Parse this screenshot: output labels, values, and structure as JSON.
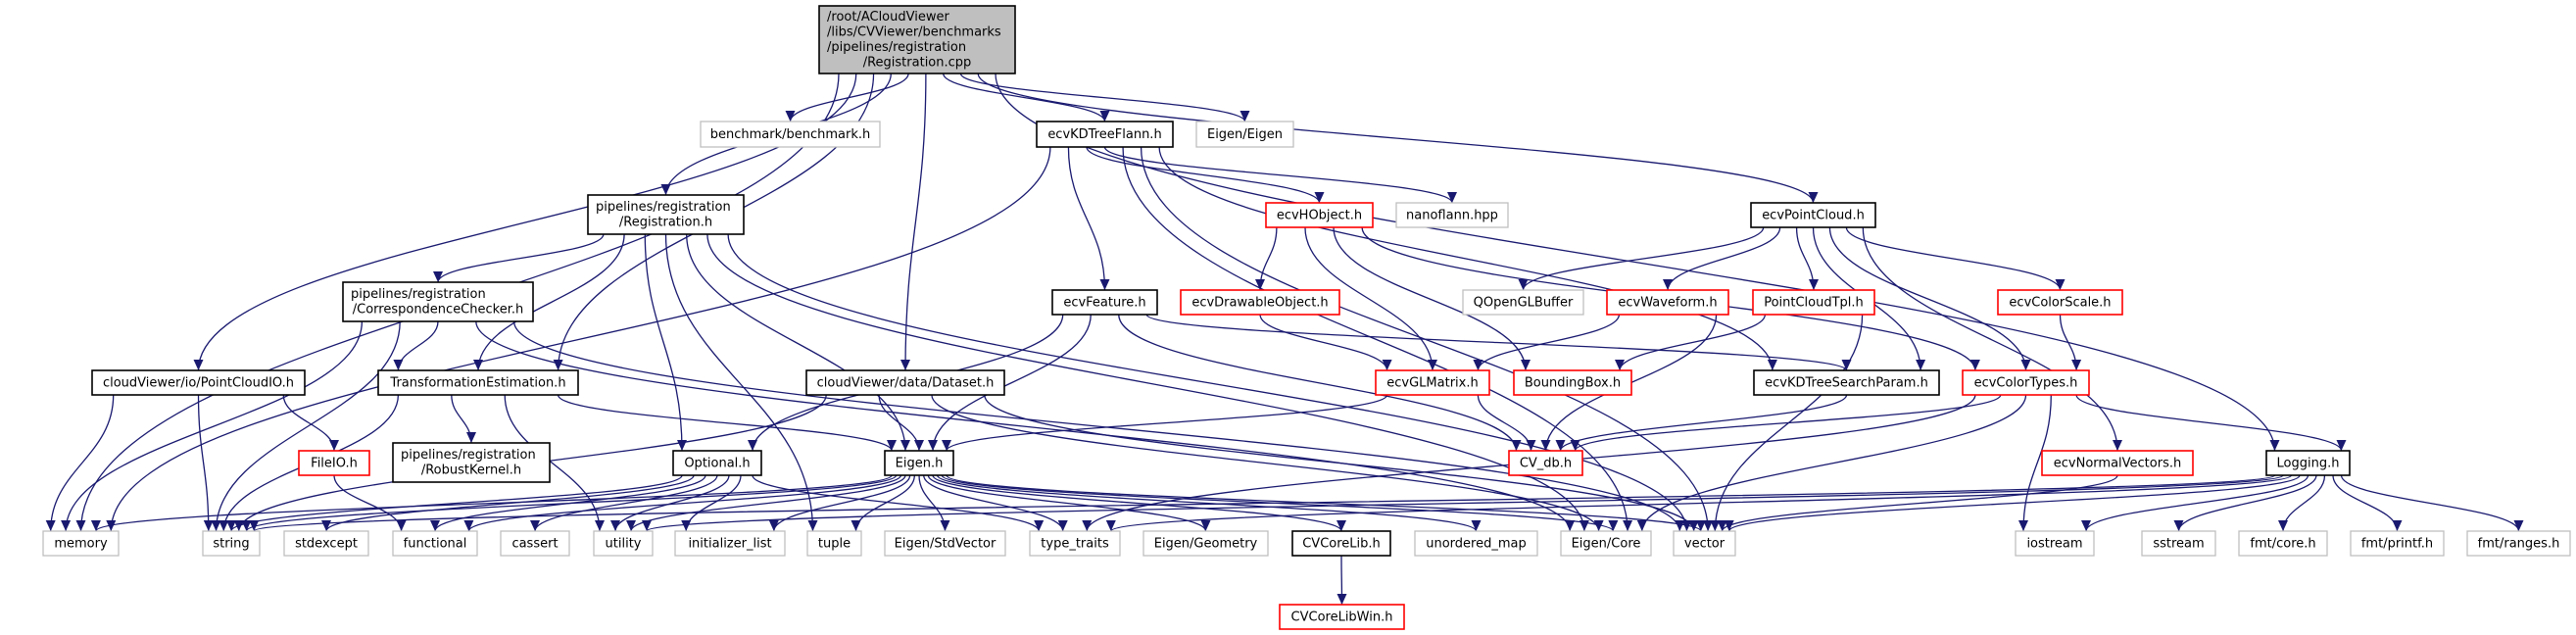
{
  "colors": {
    "edge": "#191970",
    "root_fill": "#bfbfbf",
    "external_border": "#bfbfbf",
    "documented_border": "#000000",
    "truncated_border": "#ff0000"
  },
  "nodes": [
    {
      "id": "root",
      "lines": [
        "/root/ACloudViewer",
        "/libs/CVViewer/benchmarks",
        "/pipelines/registration",
        "/Registration.cpp"
      ],
      "style": "root"
    },
    {
      "id": "benchmark",
      "lines": [
        "benchmark/benchmark.h"
      ],
      "style": "external"
    },
    {
      "id": "kdtreeflann",
      "lines": [
        "ecvKDTreeFlann.h"
      ],
      "style": "documented"
    },
    {
      "id": "eigen_eigen",
      "lines": [
        "Eigen/Eigen"
      ],
      "style": "external"
    },
    {
      "id": "registration_h",
      "lines": [
        "pipelines/registration",
        "/Registration.h"
      ],
      "style": "documented"
    },
    {
      "id": "hobject",
      "lines": [
        "ecvHObject.h"
      ],
      "style": "truncated"
    },
    {
      "id": "nanoflann",
      "lines": [
        "nanoflann.hpp"
      ],
      "style": "external"
    },
    {
      "id": "pointcloud",
      "lines": [
        "ecvPointCloud.h"
      ],
      "style": "documented"
    },
    {
      "id": "corrchecker",
      "lines": [
        "pipelines/registration",
        "/CorrespondenceChecker.h"
      ],
      "style": "documented"
    },
    {
      "id": "feature",
      "lines": [
        "ecvFeature.h"
      ],
      "style": "documented"
    },
    {
      "id": "drawable",
      "lines": [
        "ecvDrawableObject.h"
      ],
      "style": "truncated"
    },
    {
      "id": "qopenglbuffer",
      "lines": [
        "QOpenGLBuffer"
      ],
      "style": "external"
    },
    {
      "id": "waveform",
      "lines": [
        "ecvWaveform.h"
      ],
      "style": "truncated"
    },
    {
      "id": "pointcloudtpl",
      "lines": [
        "PointCloudTpl.h"
      ],
      "style": "truncated"
    },
    {
      "id": "colorscale",
      "lines": [
        "ecvColorScale.h"
      ],
      "style": "truncated"
    },
    {
      "id": "pointcloudio",
      "lines": [
        "cloudViewer/io/PointCloudIO.h"
      ],
      "style": "documented"
    },
    {
      "id": "transformest",
      "lines": [
        "TransformationEstimation.h"
      ],
      "style": "documented"
    },
    {
      "id": "dataset",
      "lines": [
        "cloudViewer/data/Dataset.h"
      ],
      "style": "documented"
    },
    {
      "id": "glmatrix",
      "lines": [
        "ecvGLMatrix.h"
      ],
      "style": "truncated"
    },
    {
      "id": "boundingbox",
      "lines": [
        "BoundingBox.h"
      ],
      "style": "truncated"
    },
    {
      "id": "kdsearchparam",
      "lines": [
        "ecvKDTreeSearchParam.h"
      ],
      "style": "documented"
    },
    {
      "id": "colortypes",
      "lines": [
        "ecvColorTypes.h"
      ],
      "style": "truncated"
    },
    {
      "id": "fileio",
      "lines": [
        "FileIO.h"
      ],
      "style": "truncated"
    },
    {
      "id": "robustkernel",
      "lines": [
        "pipelines/registration",
        "/RobustKernel.h"
      ],
      "style": "documented"
    },
    {
      "id": "optional",
      "lines": [
        "Optional.h"
      ],
      "style": "documented"
    },
    {
      "id": "eigen_h",
      "lines": [
        "Eigen.h"
      ],
      "style": "documented"
    },
    {
      "id": "cv_db",
      "lines": [
        "CV_db.h"
      ],
      "style": "truncated"
    },
    {
      "id": "normalvectors",
      "lines": [
        "ecvNormalVectors.h"
      ],
      "style": "truncated"
    },
    {
      "id": "logging",
      "lines": [
        "Logging.h"
      ],
      "style": "documented"
    },
    {
      "id": "memory",
      "lines": [
        "memory"
      ],
      "style": "external"
    },
    {
      "id": "string",
      "lines": [
        "string"
      ],
      "style": "external"
    },
    {
      "id": "stdexcept",
      "lines": [
        "stdexcept"
      ],
      "style": "external"
    },
    {
      "id": "functional",
      "lines": [
        "functional"
      ],
      "style": "external"
    },
    {
      "id": "cassert",
      "lines": [
        "cassert"
      ],
      "style": "external"
    },
    {
      "id": "utility",
      "lines": [
        "utility"
      ],
      "style": "external"
    },
    {
      "id": "initializer_list",
      "lines": [
        "initializer_list"
      ],
      "style": "external"
    },
    {
      "id": "tuple",
      "lines": [
        "tuple"
      ],
      "style": "external"
    },
    {
      "id": "eigen_stdvector",
      "lines": [
        "Eigen/StdVector"
      ],
      "style": "external"
    },
    {
      "id": "type_traits",
      "lines": [
        "type_traits"
      ],
      "style": "external"
    },
    {
      "id": "eigen_geometry",
      "lines": [
        "Eigen/Geometry"
      ],
      "style": "external"
    },
    {
      "id": "cvcorelib",
      "lines": [
        "CVCoreLib.h"
      ],
      "style": "documented"
    },
    {
      "id": "unordered_map",
      "lines": [
        "unordered_map"
      ],
      "style": "external"
    },
    {
      "id": "eigen_core",
      "lines": [
        "Eigen/Core"
      ],
      "style": "external"
    },
    {
      "id": "vector",
      "lines": [
        "vector"
      ],
      "style": "external"
    },
    {
      "id": "iostream",
      "lines": [
        "iostream"
      ],
      "style": "external"
    },
    {
      "id": "sstream",
      "lines": [
        "sstream"
      ],
      "style": "external"
    },
    {
      "id": "fmt_core",
      "lines": [
        "fmt/core.h"
      ],
      "style": "external"
    },
    {
      "id": "fmt_printf",
      "lines": [
        "fmt/printf.h"
      ],
      "style": "external"
    },
    {
      "id": "fmt_ranges",
      "lines": [
        "fmt/ranges.h"
      ],
      "style": "external"
    },
    {
      "id": "cvcorelibwin",
      "lines": [
        "CVCoreLibWin.h"
      ],
      "style": "truncated"
    }
  ],
  "edges": [
    [
      "root",
      "memory"
    ],
    [
      "root",
      "pointcloudio"
    ],
    [
      "root",
      "transformest"
    ],
    [
      "root",
      "registration_h"
    ],
    [
      "root",
      "benchmark"
    ],
    [
      "root",
      "dataset"
    ],
    [
      "root",
      "kdtreeflann"
    ],
    [
      "root",
      "eigen_eigen"
    ],
    [
      "root",
      "pointcloud"
    ],
    [
      "root",
      "logging"
    ],
    [
      "registration_h",
      "corrchecker"
    ],
    [
      "registration_h",
      "transformest"
    ],
    [
      "registration_h",
      "optional"
    ],
    [
      "registration_h",
      "tuple"
    ],
    [
      "registration_h",
      "eigen_h"
    ],
    [
      "registration_h",
      "eigen_core"
    ],
    [
      "registration_h",
      "vector"
    ],
    [
      "corrchecker",
      "memory"
    ],
    [
      "corrchecker",
      "string"
    ],
    [
      "corrchecker",
      "transformest"
    ],
    [
      "corrchecker",
      "eigen_core"
    ],
    [
      "corrchecker",
      "vector"
    ],
    [
      "transformest",
      "string"
    ],
    [
      "transformest",
      "robustkernel"
    ],
    [
      "transformest",
      "utility"
    ],
    [
      "transformest",
      "eigen_h"
    ],
    [
      "pointcloudio",
      "memory"
    ],
    [
      "pointcloudio",
      "string"
    ],
    [
      "pointcloudio",
      "fileio"
    ],
    [
      "fileio",
      "functional"
    ],
    [
      "dataset",
      "eigen_h"
    ],
    [
      "dataset",
      "string"
    ],
    [
      "dataset",
      "eigen_core"
    ],
    [
      "dataset",
      "vector"
    ],
    [
      "kdtreeflann",
      "memory"
    ],
    [
      "kdtreeflann",
      "hobject"
    ],
    [
      "kdtreeflann",
      "nanoflann"
    ],
    [
      "kdtreeflann",
      "feature"
    ],
    [
      "kdtreeflann",
      "kdsearchparam"
    ],
    [
      "kdtreeflann",
      "vector"
    ],
    [
      "kdtreeflann",
      "eigen_core"
    ],
    [
      "hobject",
      "drawable"
    ],
    [
      "hobject",
      "glmatrix"
    ],
    [
      "hobject",
      "boundingbox"
    ],
    [
      "hobject",
      "colortypes"
    ],
    [
      "drawable",
      "glmatrix"
    ],
    [
      "feature",
      "optional"
    ],
    [
      "feature",
      "eigen_h"
    ],
    [
      "feature",
      "cv_db"
    ],
    [
      "feature",
      "kdsearchparam"
    ],
    [
      "pointcloud",
      "qopenglbuffer"
    ],
    [
      "pointcloud",
      "waveform"
    ],
    [
      "pointcloud",
      "pointcloudtpl"
    ],
    [
      "pointcloud",
      "kdsearchparam"
    ],
    [
      "pointcloud",
      "colorscale"
    ],
    [
      "pointcloud",
      "normalvectors"
    ],
    [
      "pointcloud",
      "colortypes"
    ],
    [
      "waveform",
      "glmatrix"
    ],
    [
      "waveform",
      "cv_db"
    ],
    [
      "pointcloudtpl",
      "boundingbox"
    ],
    [
      "pointcloudtpl",
      "vector"
    ],
    [
      "colorscale",
      "colortypes"
    ],
    [
      "glmatrix",
      "eigen_h"
    ],
    [
      "glmatrix",
      "cv_db"
    ],
    [
      "kdsearchparam",
      "cv_db"
    ],
    [
      "colortypes",
      "cv_db"
    ],
    [
      "colortypes",
      "logging"
    ],
    [
      "colortypes",
      "iostream"
    ],
    [
      "colortypes",
      "eigen_core"
    ],
    [
      "colortypes",
      "type_traits"
    ],
    [
      "normalvectors",
      "vector"
    ],
    [
      "logging",
      "string"
    ],
    [
      "logging",
      "utility"
    ],
    [
      "logging",
      "type_traits"
    ],
    [
      "logging",
      "vector"
    ],
    [
      "logging",
      "iostream"
    ],
    [
      "logging",
      "sstream"
    ],
    [
      "logging",
      "fmt_core"
    ],
    [
      "logging",
      "fmt_printf"
    ],
    [
      "logging",
      "fmt_ranges"
    ],
    [
      "optional",
      "string"
    ],
    [
      "optional",
      "stdexcept"
    ],
    [
      "optional",
      "functional"
    ],
    [
      "optional",
      "cassert"
    ],
    [
      "optional",
      "utility"
    ],
    [
      "optional",
      "initializer_list"
    ],
    [
      "optional",
      "type_traits"
    ],
    [
      "eigen_h",
      "memory"
    ],
    [
      "eigen_h",
      "string"
    ],
    [
      "eigen_h",
      "functional"
    ],
    [
      "eigen_h",
      "utility"
    ],
    [
      "eigen_h",
      "initializer_list"
    ],
    [
      "eigen_h",
      "tuple"
    ],
    [
      "eigen_h",
      "eigen_stdvector"
    ],
    [
      "eigen_h",
      "type_traits"
    ],
    [
      "eigen_h",
      "eigen_geometry"
    ],
    [
      "eigen_h",
      "cvcorelib"
    ],
    [
      "eigen_h",
      "unordered_map"
    ],
    [
      "eigen_h",
      "eigen_core"
    ],
    [
      "eigen_h",
      "vector"
    ],
    [
      "cvcorelib",
      "cvcorelibwin"
    ]
  ]
}
